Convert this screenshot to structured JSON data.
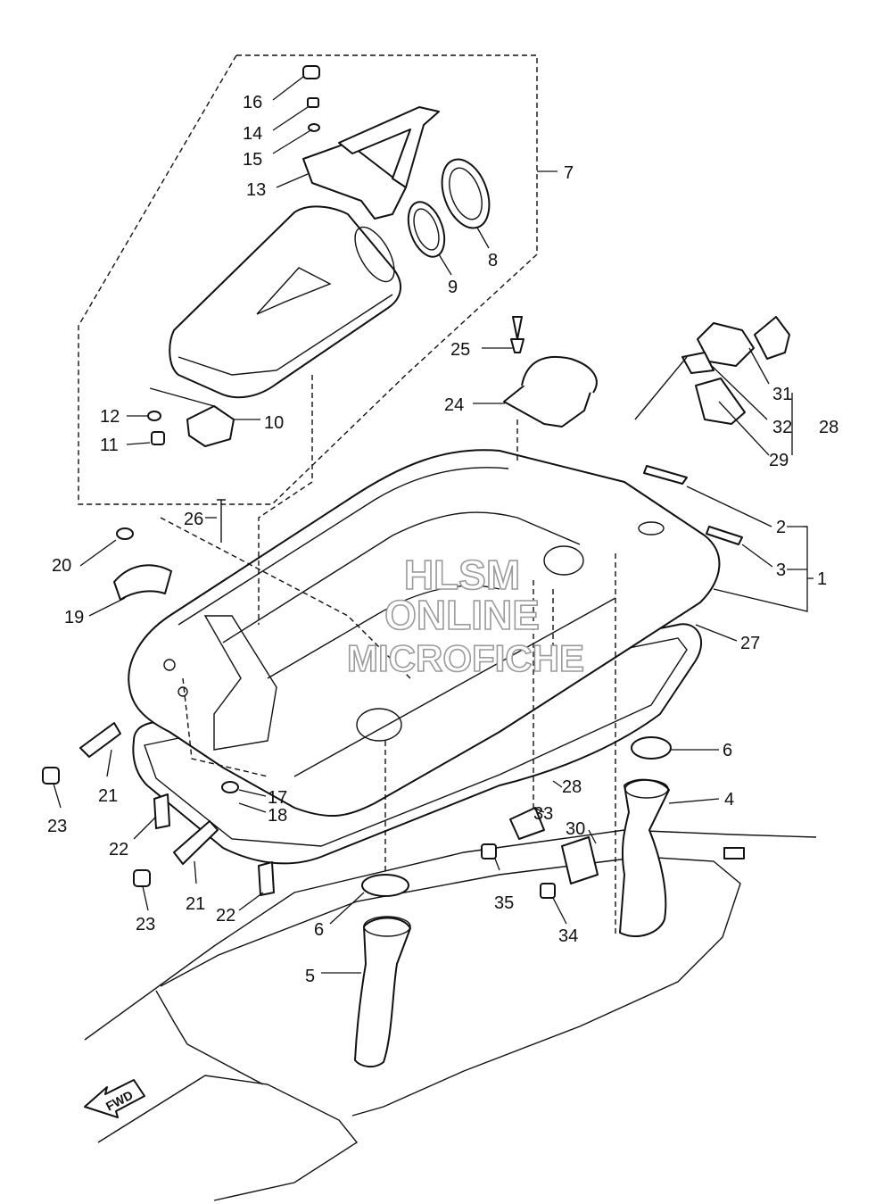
{
  "watermark": {
    "line1": "HLSM",
    "line2": "ONLINE",
    "line3": "MICROFICHE"
  },
  "fwd_label": "FWD",
  "callouts": [
    {
      "id": "c16",
      "text": "16"
    },
    {
      "id": "c14",
      "text": "14"
    },
    {
      "id": "c15",
      "text": "15"
    },
    {
      "id": "c13",
      "text": "13"
    },
    {
      "id": "c7",
      "text": "7"
    },
    {
      "id": "c8",
      "text": "8"
    },
    {
      "id": "c9",
      "text": "9"
    },
    {
      "id": "c25",
      "text": "25"
    },
    {
      "id": "c24",
      "text": "24"
    },
    {
      "id": "c12",
      "text": "12"
    },
    {
      "id": "c11",
      "text": "11"
    },
    {
      "id": "c10",
      "text": "10"
    },
    {
      "id": "c31",
      "text": "31"
    },
    {
      "id": "c32",
      "text": "32"
    },
    {
      "id": "c28a",
      "text": "28"
    },
    {
      "id": "c29",
      "text": "29"
    },
    {
      "id": "c26",
      "text": "26"
    },
    {
      "id": "c2",
      "text": "2"
    },
    {
      "id": "c3",
      "text": "3"
    },
    {
      "id": "c1",
      "text": "1"
    },
    {
      "id": "c20",
      "text": "20"
    },
    {
      "id": "c19",
      "text": "19"
    },
    {
      "id": "c27",
      "text": "27"
    },
    {
      "id": "c6a",
      "text": "6"
    },
    {
      "id": "c21a",
      "text": "21"
    },
    {
      "id": "c17",
      "text": "17"
    },
    {
      "id": "c18",
      "text": "18"
    },
    {
      "id": "c23a",
      "text": "23"
    },
    {
      "id": "c28b",
      "text": "28"
    },
    {
      "id": "c4",
      "text": "4"
    },
    {
      "id": "c33",
      "text": "33"
    },
    {
      "id": "c30",
      "text": "30"
    },
    {
      "id": "c22a",
      "text": "22"
    },
    {
      "id": "c35",
      "text": "35"
    },
    {
      "id": "c21b",
      "text": "21"
    },
    {
      "id": "c22b",
      "text": "22"
    },
    {
      "id": "c23b",
      "text": "23"
    },
    {
      "id": "c34",
      "text": "34"
    },
    {
      "id": "c6b",
      "text": "6"
    },
    {
      "id": "c5",
      "text": "5"
    }
  ]
}
